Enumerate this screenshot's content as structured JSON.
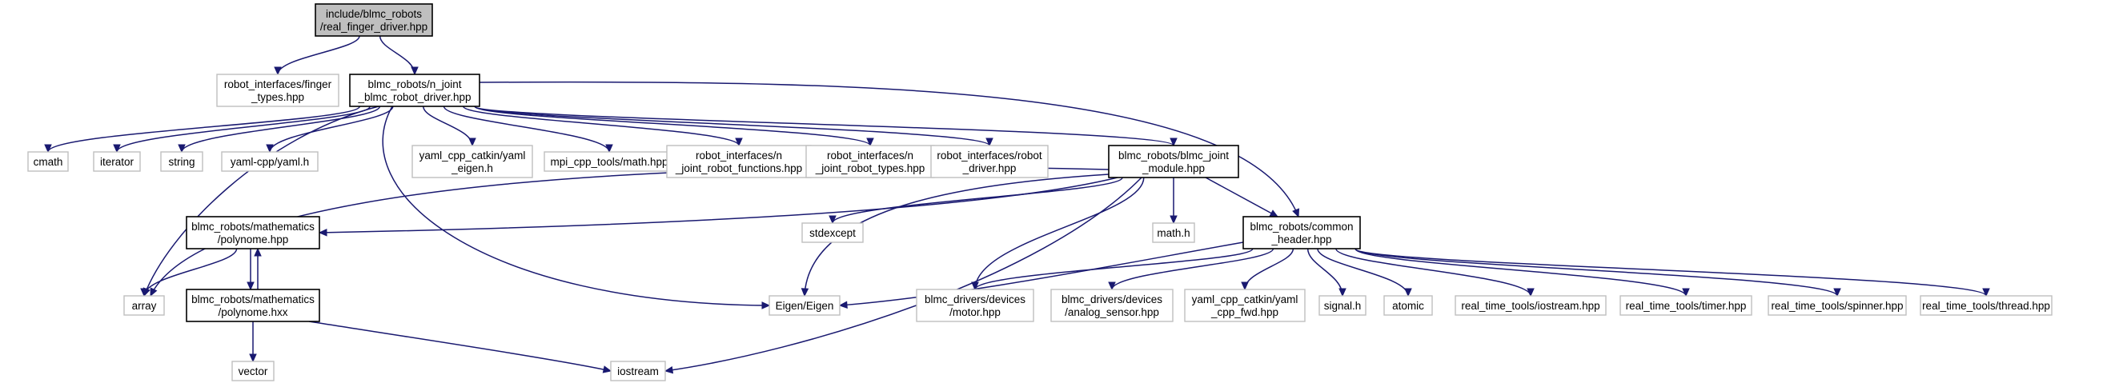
{
  "graph": {
    "nodes": {
      "root": {
        "lines": [
          "include/blmc_robots",
          "/real_finger_driver.hpp"
        ],
        "style": "root"
      },
      "ft": {
        "lines": [
          "robot_interfaces/finger",
          "_types.hpp"
        ],
        "style": "grey"
      },
      "nj": {
        "lines": [
          "blmc_robots/n_joint",
          "_blmc_robot_driver.hpp"
        ],
        "style": "black"
      },
      "cmath": {
        "lines": [
          "cmath"
        ],
        "style": "grey"
      },
      "iter": {
        "lines": [
          "iterator"
        ],
        "style": "grey"
      },
      "str": {
        "lines": [
          "string"
        ],
        "style": "grey"
      },
      "yaml": {
        "lines": [
          "yaml-cpp/yaml.h"
        ],
        "style": "grey"
      },
      "ycce": {
        "lines": [
          "yaml_cpp_catkin/yaml",
          "_eigen.h"
        ],
        "style": "grey"
      },
      "mpi": {
        "lines": [
          "mpi_cpp_tools/math.hpp"
        ],
        "style": "grey"
      },
      "njrf": {
        "lines": [
          "robot_interfaces/n",
          "_joint_robot_functions.hpp"
        ],
        "style": "grey"
      },
      "njrt": {
        "lines": [
          "robot_interfaces/n",
          "_joint_robot_types.hpp"
        ],
        "style": "grey"
      },
      "rd": {
        "lines": [
          "robot_interfaces/robot",
          "_driver.hpp"
        ],
        "style": "grey"
      },
      "bjm": {
        "lines": [
          "blmc_robots/blmc_joint",
          "_module.hpp"
        ],
        "style": "black"
      },
      "arr": {
        "lines": [
          "array"
        ],
        "style": "grey"
      },
      "eig": {
        "lines": [
          "Eigen/Eigen"
        ],
        "style": "grey"
      },
      "polyh": {
        "lines": [
          "blmc_robots/mathematics",
          "/polynome.hpp"
        ],
        "style": "black"
      },
      "polyx": {
        "lines": [
          "blmc_robots/mathematics",
          "/polynome.hxx"
        ],
        "style": "black"
      },
      "vec": {
        "lines": [
          "vector"
        ],
        "style": "grey"
      },
      "ios": {
        "lines": [
          "iostream"
        ],
        "style": "grey"
      },
      "stdex": {
        "lines": [
          "stdexcept"
        ],
        "style": "grey"
      },
      "math": {
        "lines": [
          "math.h"
        ],
        "style": "grey"
      },
      "ch": {
        "lines": [
          "blmc_robots/common",
          "_header.hpp"
        ],
        "style": "black"
      },
      "motor": {
        "lines": [
          "blmc_drivers/devices",
          "/motor.hpp"
        ],
        "style": "grey"
      },
      "an": {
        "lines": [
          "blmc_drivers/devices",
          "/analog_sensor.hpp"
        ],
        "style": "grey"
      },
      "ycf": {
        "lines": [
          "yaml_cpp_catkin/yaml",
          "_cpp_fwd.hpp"
        ],
        "style": "grey"
      },
      "sig": {
        "lines": [
          "signal.h"
        ],
        "style": "grey"
      },
      "atom": {
        "lines": [
          "atomic"
        ],
        "style": "grey"
      },
      "rtio": {
        "lines": [
          "real_time_tools/iostream.hpp"
        ],
        "style": "grey"
      },
      "rtt": {
        "lines": [
          "real_time_tools/timer.hpp"
        ],
        "style": "grey"
      },
      "rts": {
        "lines": [
          "real_time_tools/spinner.hpp"
        ],
        "style": "grey"
      },
      "rtth": {
        "lines": [
          "real_time_tools/thread.hpp"
        ],
        "style": "grey"
      }
    },
    "edges": [
      [
        "root",
        "ft"
      ],
      [
        "root",
        "nj"
      ],
      [
        "nj",
        "cmath"
      ],
      [
        "nj",
        "iter"
      ],
      [
        "nj",
        "str"
      ],
      [
        "nj",
        "yaml"
      ],
      [
        "nj",
        "ycce"
      ],
      [
        "nj",
        "mpi"
      ],
      [
        "nj",
        "njrf"
      ],
      [
        "nj",
        "njrt"
      ],
      [
        "nj",
        "rd"
      ],
      [
        "nj",
        "bjm"
      ],
      [
        "nj",
        "arr"
      ],
      [
        "nj",
        "eig"
      ],
      [
        "nj",
        "ch"
      ],
      [
        "bjm",
        "polyh"
      ],
      [
        "bjm",
        "arr"
      ],
      [
        "bjm",
        "eig"
      ],
      [
        "bjm",
        "stdex"
      ],
      [
        "bjm",
        "math"
      ],
      [
        "bjm",
        "ch"
      ],
      [
        "bjm",
        "motor"
      ],
      [
        "bjm",
        "ios"
      ],
      [
        "polyh",
        "arr"
      ],
      [
        "polyh",
        "polyx"
      ],
      [
        "polyx",
        "polyh"
      ],
      [
        "polyx",
        "vec"
      ],
      [
        "polyx",
        "ios"
      ],
      [
        "ch",
        "eig"
      ],
      [
        "ch",
        "motor"
      ],
      [
        "ch",
        "an"
      ],
      [
        "ch",
        "ycf"
      ],
      [
        "ch",
        "sig"
      ],
      [
        "ch",
        "atom"
      ],
      [
        "ch",
        "rtio"
      ],
      [
        "ch",
        "rtt"
      ],
      [
        "ch",
        "rts"
      ],
      [
        "ch",
        "rtth"
      ]
    ]
  }
}
